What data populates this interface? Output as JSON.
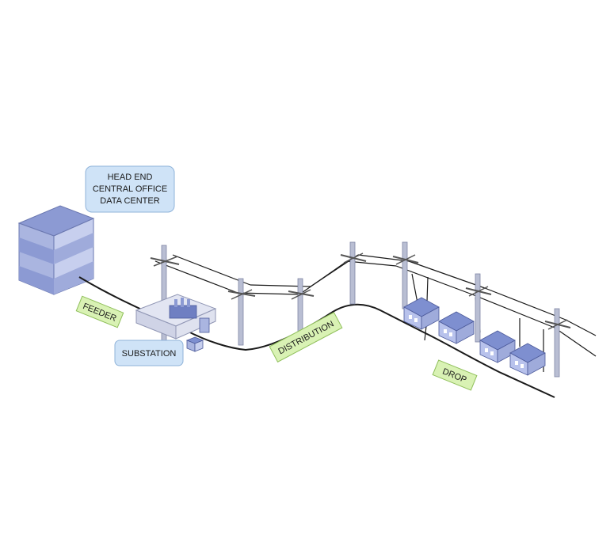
{
  "callouts": {
    "head_end": [
      "HEAD END",
      "CENTRAL OFFICE",
      "DATA CENTER"
    ],
    "substation": "SUBSTATION"
  },
  "tags": {
    "feeder": "FEEDER",
    "distribution": "DISTRIBUTION",
    "drop": "DROP"
  },
  "colors": {
    "callout_fill": "#cfe3f7",
    "callout_stroke": "#8fb3d9",
    "tag_fill": "#d9f2b4",
    "tag_stroke": "#8fbf5a",
    "building_top": "#8c9ad3",
    "building_front": "#aab5e0",
    "building_side": "#c7cfee",
    "house_roof": "#7e8fd0",
    "house_wall": "#b8c2ec",
    "pole": "#b9bed3",
    "cable": "#1a1a1a"
  },
  "icons": [
    "building-icon",
    "substation-icon",
    "transformer-icon",
    "utility-pole-icon",
    "house-icon"
  ]
}
